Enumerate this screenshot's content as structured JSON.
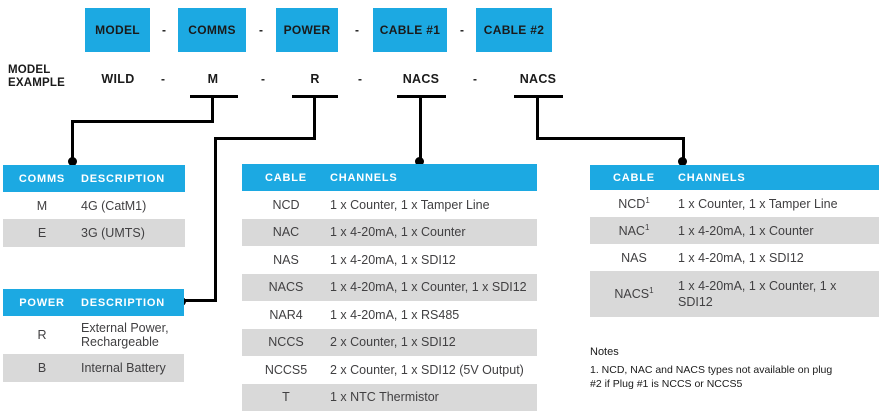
{
  "colors": {
    "header_blue": "#1ca9e2",
    "row_gray": "#d9d9d9",
    "line_black": "#000000",
    "text_dark": "#414042"
  },
  "separator": "-",
  "top_boxes": [
    "MODEL",
    "COMMS",
    "POWER",
    "CABLE #1",
    "CABLE #2"
  ],
  "example": {
    "label_line1": "MODEL",
    "label_line2": "EXAMPLE",
    "codes": [
      "WILD",
      "M",
      "R",
      "NACS",
      "NACS"
    ]
  },
  "comms_table": {
    "col1_header": "COMMS",
    "col2_header": "DESCRIPTION",
    "rows": [
      {
        "code": "M",
        "desc": "4G (CatM1)"
      },
      {
        "code": "E",
        "desc": "3G (UMTS)"
      }
    ]
  },
  "power_table": {
    "col1_header": "POWER",
    "col2_header": "DESCRIPTION",
    "rows": [
      {
        "code": "R",
        "desc": "External Power, Rechargeable"
      },
      {
        "code": "B",
        "desc": "Internal Battery"
      }
    ]
  },
  "cable1_table": {
    "col1_header": "CABLE",
    "col2_header": "CHANNELS",
    "rows": [
      {
        "code": "NCD",
        "channels": "1 x Counter, 1 x Tamper Line"
      },
      {
        "code": "NAC",
        "channels": "1 x 4-20mA, 1 x Counter"
      },
      {
        "code": "NAS",
        "channels": "1 x 4-20mA, 1 x SDI12"
      },
      {
        "code": "NACS",
        "channels": "1 x 4-20mA, 1 x Counter, 1 x SDI12"
      },
      {
        "code": "NAR4",
        "channels": "1 x 4-20mA, 1 x RS485"
      },
      {
        "code": "NCCS",
        "channels": "2 x Counter, 1 x SDI12"
      },
      {
        "code": "NCCS5",
        "channels": "2 x Counter, 1 x SDI12 (5V Output)"
      },
      {
        "code": "T",
        "channels": "1 x NTC Thermistor"
      }
    ]
  },
  "cable2_table": {
    "col1_header": "CABLE",
    "col2_header": "CHANNELS",
    "rows": [
      {
        "code": "NCD",
        "sup": "1",
        "channels": "1 x Counter, 1 x Tamper Line"
      },
      {
        "code": "NAC",
        "sup": "1",
        "channels": "1 x 4-20mA, 1 x Counter"
      },
      {
        "code": "NAS",
        "sup": "",
        "channels": "1 x 4-20mA, 1 x SDI12"
      },
      {
        "code": "NACS",
        "sup": "1",
        "channels": "1 x 4-20mA, 1 x Counter, 1 x SDI12"
      }
    ]
  },
  "notes": {
    "title": "Notes",
    "lines": [
      "1. NCD, NAC and NACS types not available on plug",
      "#2 if Plug #1 is NCCS or NCCS5"
    ]
  }
}
